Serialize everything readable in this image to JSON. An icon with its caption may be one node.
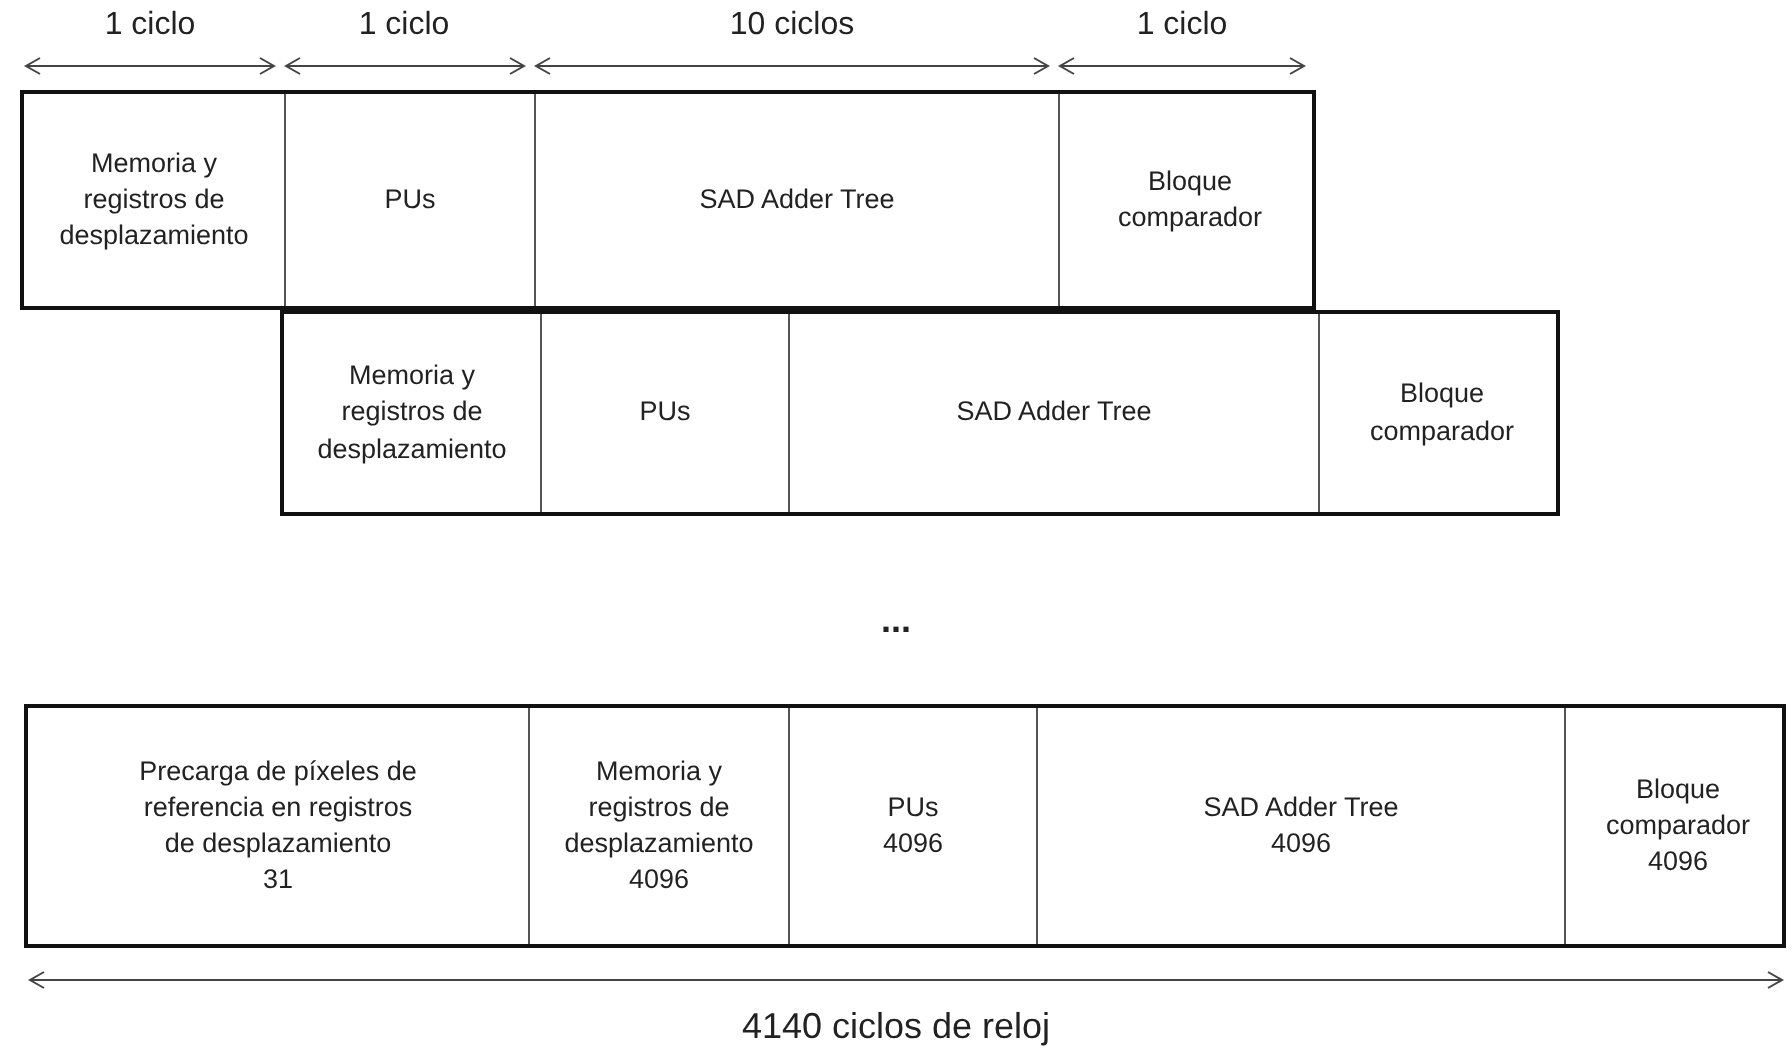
{
  "diagram": {
    "nodes": [
      {
        "text": [
          "Memoria y registros de desplazamiento"
        ]
      },
      {
        "text": [
          "PUs"
        ]
      },
      {
        "text": [
          "SAD Adder Tree"
        ]
      },
      {
        "text": [
          "Bloque comparador"
        ]
      },
      {
        "text": [
          "Memoria y registros de desplazamiento"
        ]
      },
      {
        "text": [
          "PUs"
        ]
      },
      {
        "text": [
          "SAD Adder Tree"
        ]
      },
      {
        "text": [
          "Bloque comparador"
        ]
      },
      {
        "text": [
          "Precarga de píxeles de referencia en registros de desplazamiento",
          "31"
        ]
      },
      {
        "text": [
          "Memoria y registros de desplazamiento",
          "4096"
        ]
      },
      {
        "text": [
          "PUs",
          "4096"
        ]
      },
      {
        "text": [
          "SAD Adder Tree",
          "4096"
        ]
      },
      {
        "text": [
          "Bloque comparador",
          "4096"
        ]
      }
    ],
    "labels": [
      "1 ciclo",
      "1 ciclo",
      "10 ciclos",
      "1 ciclo",
      "...",
      "4140 ciclos de reloj"
    ]
  }
}
